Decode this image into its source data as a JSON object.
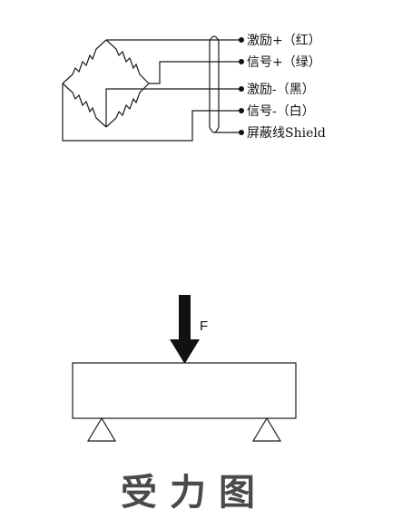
{
  "wiring": {
    "labels": [
      "激励+（红）",
      "信号+（绿）",
      "激励-（黑）",
      "信号-（白）",
      "屏蔽线Shield"
    ]
  },
  "force_diagram": {
    "force_label": "F",
    "caption": "受力图"
  }
}
